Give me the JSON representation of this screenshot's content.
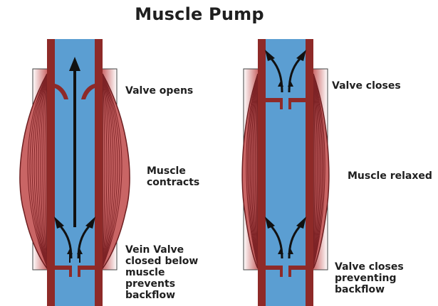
{
  "title": "Muscle Pump",
  "left_panel": {
    "valve_top_label": "Valve opens",
    "muscle_label": [
      "Muscle",
      "contracts"
    ],
    "valve_bottom_label": [
      "Vein Valve",
      "closed below",
      "muscle",
      "prevents",
      "backflow"
    ]
  },
  "right_panel": {
    "valve_top_label": "Valve closes",
    "muscle_label": "Muscle relaxed",
    "valve_bottom_label": [
      "Valve closes",
      "preventing",
      "backflow"
    ]
  },
  "colors": {
    "vein_wall": "#8e2a28",
    "blood": "#5b9ed2",
    "muscle": "#c96565",
    "muscle_fiber": "#7e2326",
    "arrow": "#111111"
  }
}
